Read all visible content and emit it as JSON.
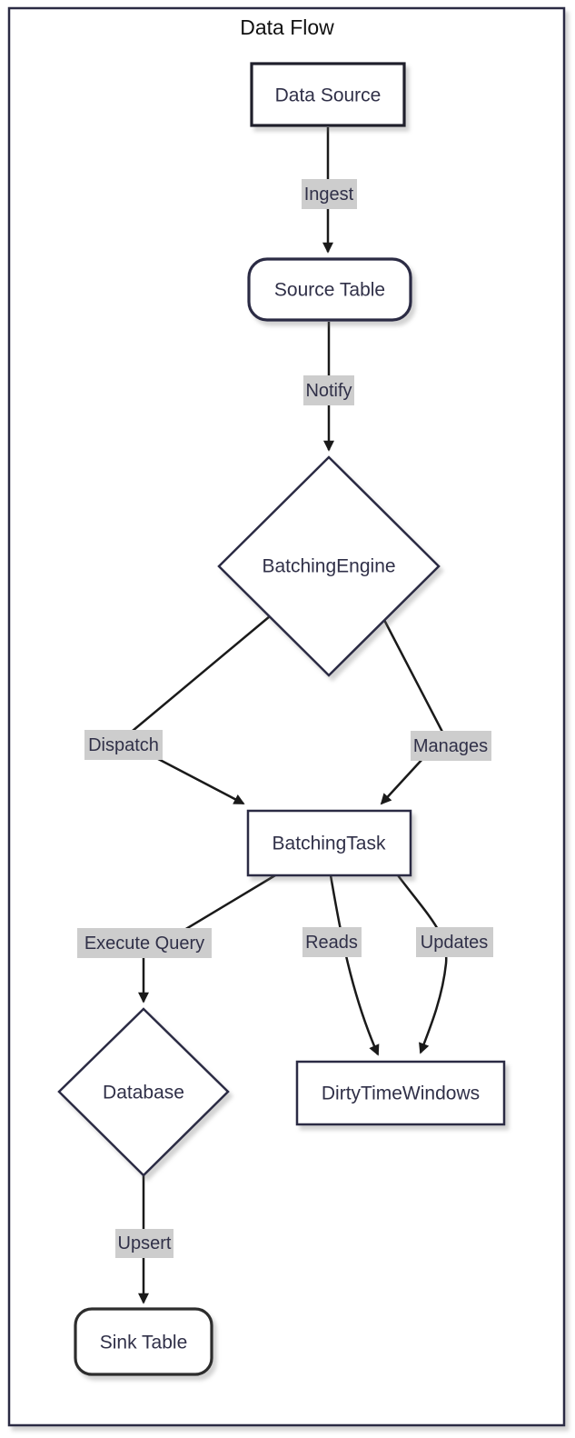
{
  "diagram": {
    "title": "Data Flow",
    "type": "flowchart",
    "nodes": [
      {
        "id": "data-source",
        "label": "Data Source",
        "shape": "rectangle",
        "fill": "#fa95fa"
      },
      {
        "id": "source-table",
        "label": "Source Table",
        "shape": "rounded-rectangle",
        "fill": "#ffffff"
      },
      {
        "id": "batching-engine",
        "label": "BatchingEngine",
        "shape": "diamond",
        "fill": "#ffffff"
      },
      {
        "id": "batching-task",
        "label": "BatchingTask",
        "shape": "rectangle",
        "fill": "#ffffff"
      },
      {
        "id": "database",
        "label": "Database",
        "shape": "diamond",
        "fill": "#ffffff"
      },
      {
        "id": "dirty-time-windows",
        "label": "DirtyTimeWindows",
        "shape": "rectangle",
        "fill": "#ffffff"
      },
      {
        "id": "sink-table",
        "label": "Sink Table",
        "shape": "rounded-rectangle",
        "fill": "#ccccff"
      }
    ],
    "edges": [
      {
        "from": "data-source",
        "to": "source-table",
        "label": "Ingest"
      },
      {
        "from": "source-table",
        "to": "batching-engine",
        "label": "Notify"
      },
      {
        "from": "batching-engine",
        "to": "batching-task",
        "label": "Dispatch"
      },
      {
        "from": "batching-engine",
        "to": "batching-task",
        "label": "Manages"
      },
      {
        "from": "batching-task",
        "to": "database",
        "label": "Execute Query"
      },
      {
        "from": "batching-task",
        "to": "dirty-time-windows",
        "label": "Reads"
      },
      {
        "from": "batching-task",
        "to": "dirty-time-windows",
        "label": "Updates"
      },
      {
        "from": "database",
        "to": "sink-table",
        "label": "Upsert"
      }
    ],
    "colors": {
      "frame_border": "#2b2b44",
      "node_border": "#2b2b44",
      "node_text": "#303048",
      "edge_line": "#1a1a1a",
      "edge_label_bg": "#cdcdcd",
      "edge_label_text": "#303048",
      "data_source_fill": "#fa95fa",
      "sink_table_fill": "#ccccff",
      "background": "#ffffff"
    }
  }
}
